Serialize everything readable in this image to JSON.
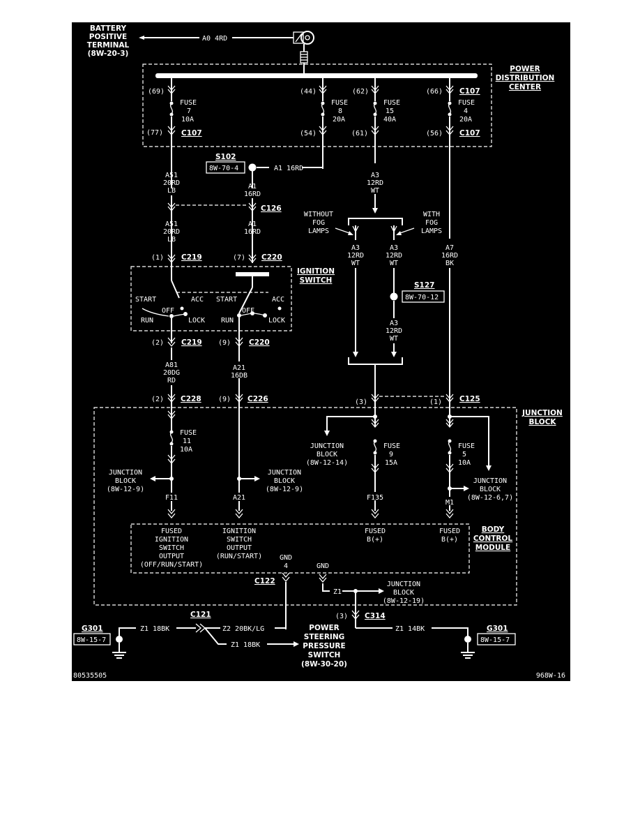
{
  "source": {
    "battery": [
      "BATTERY",
      "POSITIVE",
      "TERMINAL",
      "(8W-20-3)"
    ],
    "wire": "A0  4RD"
  },
  "pdc": {
    "title": [
      "POWER",
      "DISTRIBUTION",
      "CENTER"
    ],
    "fuses": [
      {
        "in": "(69)",
        "name": "FUSE",
        "num": "7",
        "amp": "10A",
        "out": "(77)",
        "conn": "C107"
      },
      {
        "in": "(44)",
        "name": "FUSE",
        "num": "8",
        "amp": "20A",
        "out": "(54)"
      },
      {
        "in": "(62)",
        "name": "FUSE",
        "num": "15",
        "amp": "40A",
        "out": "(61)"
      },
      {
        "in": "(66)",
        "name": "FUSE",
        "num": "4",
        "amp": "20A",
        "out": "(56)",
        "conn_in": "C107",
        "conn": "C107"
      }
    ]
  },
  "splice_s102": {
    "name": "S102",
    "ref": "8W-70-4",
    "wire": "A1  16RD"
  },
  "w_a51_top": [
    "A51",
    "20RD",
    "LB"
  ],
  "w_a1_top": [
    "A1",
    "16RD"
  ],
  "c126": "C126",
  "w_a51_mid": [
    "A51",
    "20RD",
    "LB"
  ],
  "w_a1_mid": [
    "A1",
    "16RD"
  ],
  "w_a3_top": [
    "A3",
    "12RD",
    "WT"
  ],
  "fog": {
    "without": [
      "WITHOUT",
      "FOG",
      "LAMPS"
    ],
    "with": [
      "WITH",
      "FOG",
      "LAMPS"
    ]
  },
  "w_a3_left": [
    "A3",
    "12RD",
    "WT"
  ],
  "w_a3_right": [
    "A3",
    "12RD",
    "WT"
  ],
  "w_a7": [
    "A7",
    "16RD",
    "BK"
  ],
  "splice_s127": {
    "name": "S127",
    "ref": "8W-70-12"
  },
  "w_a3_low": [
    "A3",
    "12RD",
    "WT"
  ],
  "c219_top": {
    "pin": "(1)",
    "name": "C219"
  },
  "c220_top": {
    "pin": "(7)",
    "name": "C220"
  },
  "ignition": {
    "title": [
      "IGNITION",
      "SWITCH"
    ],
    "left": {
      "start": "START",
      "off": "OFF",
      "acc": "ACC",
      "run": "RUN",
      "lock": "LOCK"
    },
    "right": {
      "start": "START",
      "off": "OFF",
      "acc": "ACC",
      "run": "RUN",
      "lock": "LOCK"
    }
  },
  "c219_bot": {
    "pin": "(2)",
    "name": "C219"
  },
  "c220_bot": {
    "pin": "(9)",
    "name": "C220"
  },
  "w_a81": [
    "A81",
    "20DG",
    "RD"
  ],
  "w_a21": [
    "A21",
    "16DB"
  ],
  "c228": {
    "pin": "(2)",
    "name": "C228"
  },
  "c226": {
    "pin": "(9)",
    "name": "C226"
  },
  "c125_mid": {
    "pin": "(3)"
  },
  "c125": {
    "pin": "(1)",
    "name": "C125"
  },
  "jb": {
    "title": [
      "JUNCTION",
      "BLOCK"
    ],
    "fuse11": {
      "name": "FUSE",
      "num": "11",
      "amp": "10A"
    },
    "fuse9": {
      "name": "FUSE",
      "num": "9",
      "amp": "15A"
    },
    "fuse5": {
      "name": "FUSE",
      "num": "5",
      "amp": "10A"
    },
    "ref_left": [
      "JUNCTION",
      "BLOCK",
      "(8W-12-9)"
    ],
    "ref_mid": [
      "JUNCTION",
      "BLOCK",
      "(8W-12-9)"
    ],
    "ref_jb14": [
      "JUNCTION",
      "BLOCK",
      "(8W-12-14)"
    ],
    "ref_right": [
      "JUNCTION",
      "BLOCK",
      "(8W-12-6,7)"
    ],
    "ref_z1": [
      "JUNCTION",
      "BLOCK",
      "(8W-12-19)"
    ],
    "w_f11": "F11",
    "w_a21": "A21",
    "w_f135": "F135",
    "w_m1": "M1",
    "z1": "Z1"
  },
  "bcm": {
    "title": [
      "BODY",
      "CONTROL",
      "MODULE"
    ],
    "p1": [
      "FUSED",
      "IGNITION",
      "SWITCH",
      "OUTPUT",
      "(OFF/RUN/START)"
    ],
    "p2": [
      "IGNITION",
      "SWITCH",
      "OUTPUT",
      "(RUN/START)"
    ],
    "p3": [
      "GND",
      "4"
    ],
    "p4": [
      "GND"
    ],
    "p5": [
      "FUSED",
      "B(+)"
    ],
    "p6": [
      "FUSED",
      "B(+)"
    ]
  },
  "c122": "C122",
  "c314": {
    "pin": "(3)",
    "name": "C314"
  },
  "ground_left": {
    "name": "G301",
    "ref": "8W-15-7",
    "wire": "Z1  18BK"
  },
  "c121": "C121",
  "z2": "Z2  20BK/LG",
  "z1_ps": "Z1  18BK",
  "ps_switch": [
    "POWER",
    "STEERING",
    "PRESSURE",
    "SWITCH",
    "(8W-30-20)"
  ],
  "ground_right": {
    "name": "G301",
    "ref": "8W-15-7",
    "wire": "Z1  14BK"
  },
  "footer": {
    "left": "80535505",
    "right": "968W-16"
  }
}
